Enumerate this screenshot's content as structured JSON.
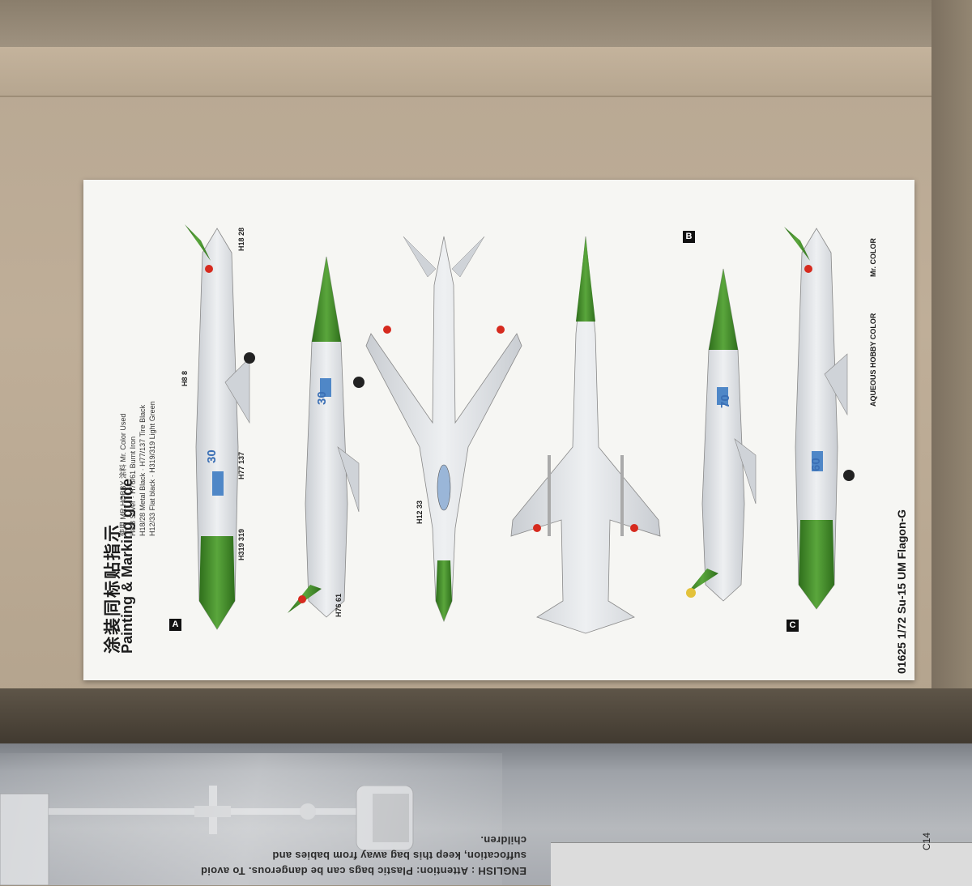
{
  "sheet": {
    "title_zh": "涂装同标贴指示",
    "title_en": "Painting & Marking guide",
    "footer": "01625 1/72 Su-15 UM Flagon-G",
    "markers": [
      "A",
      "B",
      "C"
    ],
    "brands": {
      "aqueous": "AQUEOUS HOBBY COLOR",
      "mr_color": "Mr. COLOR"
    },
    "legend": {
      "header_used": "使用",
      "header_mr_hobby": "MR.HOBBY 涂料",
      "header_color_used": "Mr. Color Used",
      "rows": [
        {
          "h": "8",
          "c": "8",
          "name": "Silver",
          "name2": "Burnt Iron",
          "h2": "76",
          "c2": "61"
        },
        {
          "h": "18",
          "c": "28",
          "name": "Metal Black",
          "name2": "Tire Black",
          "h2": "77",
          "c2": "137"
        },
        {
          "h": "12",
          "c": "33",
          "name": "Flat black",
          "name2": "Light Green",
          "h2": "319",
          "c2": "319"
        }
      ]
    },
    "callouts": [
      {
        "h": "18",
        "c": "28"
      },
      {
        "h": "8",
        "c": "8"
      },
      {
        "h": "77",
        "c": "137"
      },
      {
        "h": "319",
        "c": "319"
      },
      {
        "h": "76",
        "c": "61"
      },
      {
        "h": "12",
        "c": "33"
      }
    ],
    "tail_numbers": [
      "30",
      "30",
      "70",
      "60"
    ]
  },
  "bag": {
    "warning_line1": "ENGLISH : Attention: Plastic bags can be dangerous. To avoid",
    "warning_line2": "suffocation, keep this bag away from babies and",
    "warning_line3": "children.",
    "part_code": "C14"
  },
  "colors": {
    "nose_green": "#3f8a2a",
    "aircraft_silver": "#dcdfe3",
    "marker_black": "#111111",
    "star_red": "#d62a1e",
    "tail_blue": "#3a6fb5",
    "cardboard": "#bfae98",
    "sheet_white": "#f6f6f3"
  }
}
